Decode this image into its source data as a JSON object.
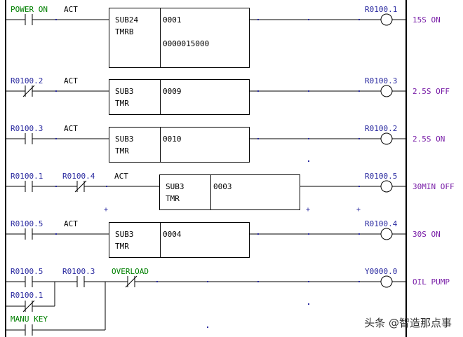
{
  "rungs": [
    {
      "contacts": [
        {
          "label": "POWER ON",
          "type": "NO",
          "color": "green"
        }
      ],
      "act_label": "ACT",
      "block": {
        "sub": "SUB24",
        "type": "TMRB",
        "number": "0001",
        "preset": "0000015000"
      },
      "coil": {
        "address": "R0100.1",
        "comment": "15S ON"
      }
    },
    {
      "contacts": [
        {
          "label": "R0100.2",
          "type": "NC",
          "color": "blue"
        }
      ],
      "act_label": "ACT",
      "block": {
        "sub": "SUB3",
        "type": "TMR",
        "number": "0009"
      },
      "coil": {
        "address": "R0100.3",
        "comment": "2.5S OFF"
      }
    },
    {
      "contacts": [
        {
          "label": "R0100.3",
          "type": "NO",
          "color": "blue"
        }
      ],
      "act_label": "ACT",
      "block": {
        "sub": "SUB3",
        "type": "TMR",
        "number": "0010"
      },
      "coil": {
        "address": "R0100.2",
        "comment": "2.5S ON"
      }
    },
    {
      "contacts": [
        {
          "label": "R0100.1",
          "type": "NO",
          "color": "blue"
        },
        {
          "label": "R0100.4",
          "type": "NC",
          "color": "blue"
        }
      ],
      "act_label": "ACT",
      "block": {
        "sub": "SUB3",
        "type": "TMR",
        "number": "0003"
      },
      "coil": {
        "address": "R0100.5",
        "comment": "30MIN OFF"
      }
    },
    {
      "contacts": [
        {
          "label": "R0100.5",
          "type": "NO",
          "color": "blue"
        }
      ],
      "act_label": "ACT",
      "block": {
        "sub": "SUB3",
        "type": "TMR",
        "number": "0004"
      },
      "coil": {
        "address": "R0100.4",
        "comment": "30S ON"
      }
    },
    {
      "contacts": [
        {
          "label": "R0100.5",
          "type": "NO",
          "color": "blue"
        },
        {
          "label": "R0100.3",
          "type": "NO",
          "color": "blue"
        },
        {
          "label": "OVERLOAD",
          "type": "NC",
          "color": "green"
        }
      ],
      "branches": [
        {
          "label": "R0100.1",
          "type": "NC",
          "color": "blue"
        },
        {
          "label": "MANU KEY",
          "type": "NO",
          "color": "green"
        }
      ],
      "coil": {
        "address": "Y0000.0",
        "comment": "OIL PUMP"
      }
    }
  ],
  "watermark": "头条 @智造那点事",
  "colors": {
    "address": "#2a2aa0",
    "green": "#008000",
    "coil_comment": "#7a20a8",
    "line": "#000000"
  }
}
